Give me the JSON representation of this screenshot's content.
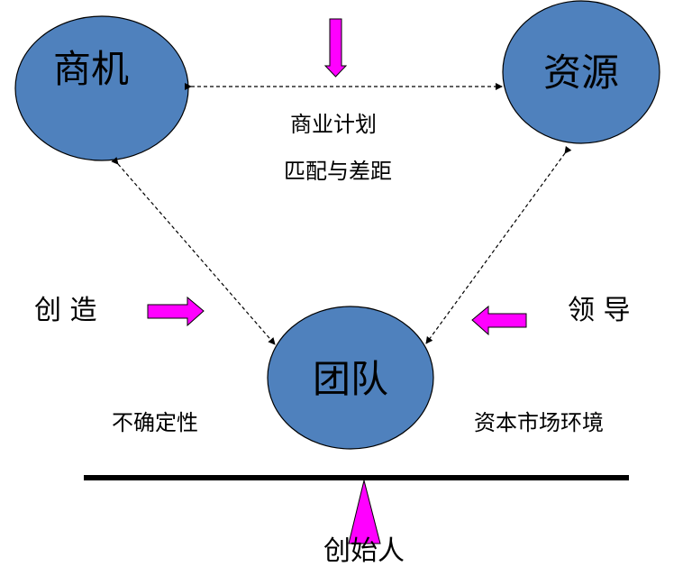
{
  "colors": {
    "node_fill": "#4f81bd",
    "node_stroke": "#000000",
    "arrow_fill": "#ff00ff",
    "line": "#000000"
  },
  "nodes": {
    "opportunity": "商机",
    "resources": "资源",
    "team": "团队"
  },
  "labels": {
    "business_plan": "商业计划",
    "fit_and_gap": "匹配与差距",
    "creativity": "创 造",
    "leadership": "领 导",
    "uncertainty": "不确定性",
    "capital_market": "资本市场环境",
    "founder": "创始人"
  },
  "icons": {
    "down_arrow": "arrow-down-icon",
    "right_arrow": "arrow-right-icon",
    "left_arrow": "arrow-left-icon",
    "fulcrum": "triangle-up-icon"
  }
}
